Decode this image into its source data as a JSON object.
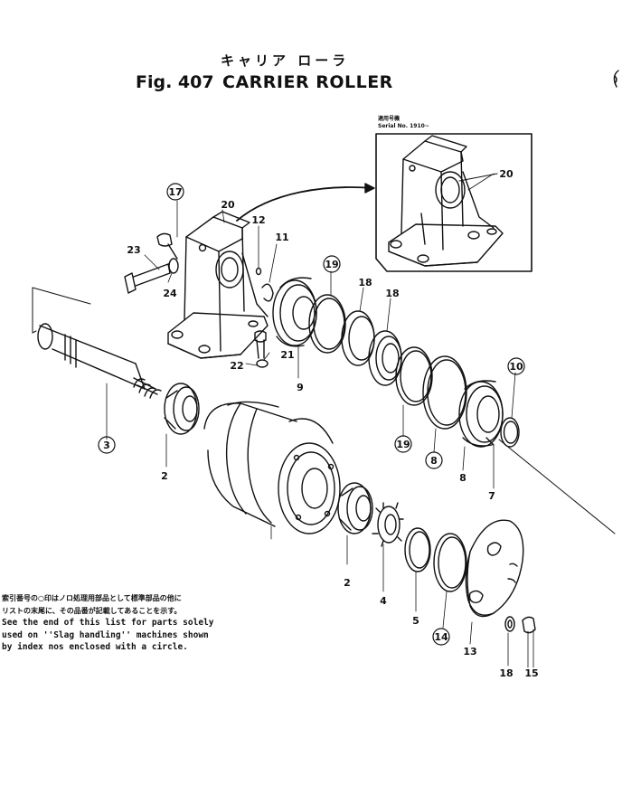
{
  "title": {
    "jp": "キャリア ローラ",
    "fig": "Fig. 407",
    "en": "CARRIER ROLLER"
  },
  "inset": {
    "note_line1": "適用号機",
    "note_line2": "Serial No. 1910~"
  },
  "notes": {
    "jp_line1": "索引番号の○印はノロ処理用部品として標準部品の他に",
    "jp_line2": "リストの末尾に、その品番が記載してあることを示す。",
    "en_line1": "See the end of this list for parts solely",
    "en_line2": "used on ''Slag handling'' machines shown",
    "en_line3": "by  index nos enclosed with a circle."
  },
  "labels": [
    {
      "id": "17",
      "text": "17",
      "circled": true
    },
    {
      "id": "20a",
      "text": "20",
      "circled": false
    },
    {
      "id": "12",
      "text": "12",
      "circled": false
    },
    {
      "id": "11",
      "text": "11",
      "circled": false
    },
    {
      "id": "23",
      "text": "23",
      "circled": false
    },
    {
      "id": "24",
      "text": "24",
      "circled": false
    },
    {
      "id": "19a",
      "text": "19",
      "circled": true
    },
    {
      "id": "18a",
      "text": "18",
      "circled": false
    },
    {
      "id": "18b",
      "text": "18",
      "circled": false
    },
    {
      "id": "21",
      "text": "21",
      "circled": false
    },
    {
      "id": "22",
      "text": "22",
      "circled": false
    },
    {
      "id": "9",
      "text": "9",
      "circled": false
    },
    {
      "id": "10",
      "text": "10",
      "circled": true
    },
    {
      "id": "3",
      "text": "3",
      "circled": true
    },
    {
      "id": "2a",
      "text": "2",
      "circled": false
    },
    {
      "id": "19b",
      "text": "19",
      "circled": true
    },
    {
      "id": "8a",
      "text": "8",
      "circled": true
    },
    {
      "id": "8b",
      "text": "8",
      "circled": false
    },
    {
      "id": "7",
      "text": "7",
      "circled": false
    },
    {
      "id": "2b",
      "text": "2",
      "circled": false
    },
    {
      "id": "4",
      "text": "4",
      "circled": false
    },
    {
      "id": "5",
      "text": "5",
      "circled": false
    },
    {
      "id": "14",
      "text": "14",
      "circled": true
    },
    {
      "id": "13",
      "text": "13",
      "circled": false
    },
    {
      "id": "18c",
      "text": "18",
      "circled": false
    },
    {
      "id": "15",
      "text": "15",
      "circled": false
    },
    {
      "id": "20b",
      "text": "20",
      "circled": false
    }
  ]
}
